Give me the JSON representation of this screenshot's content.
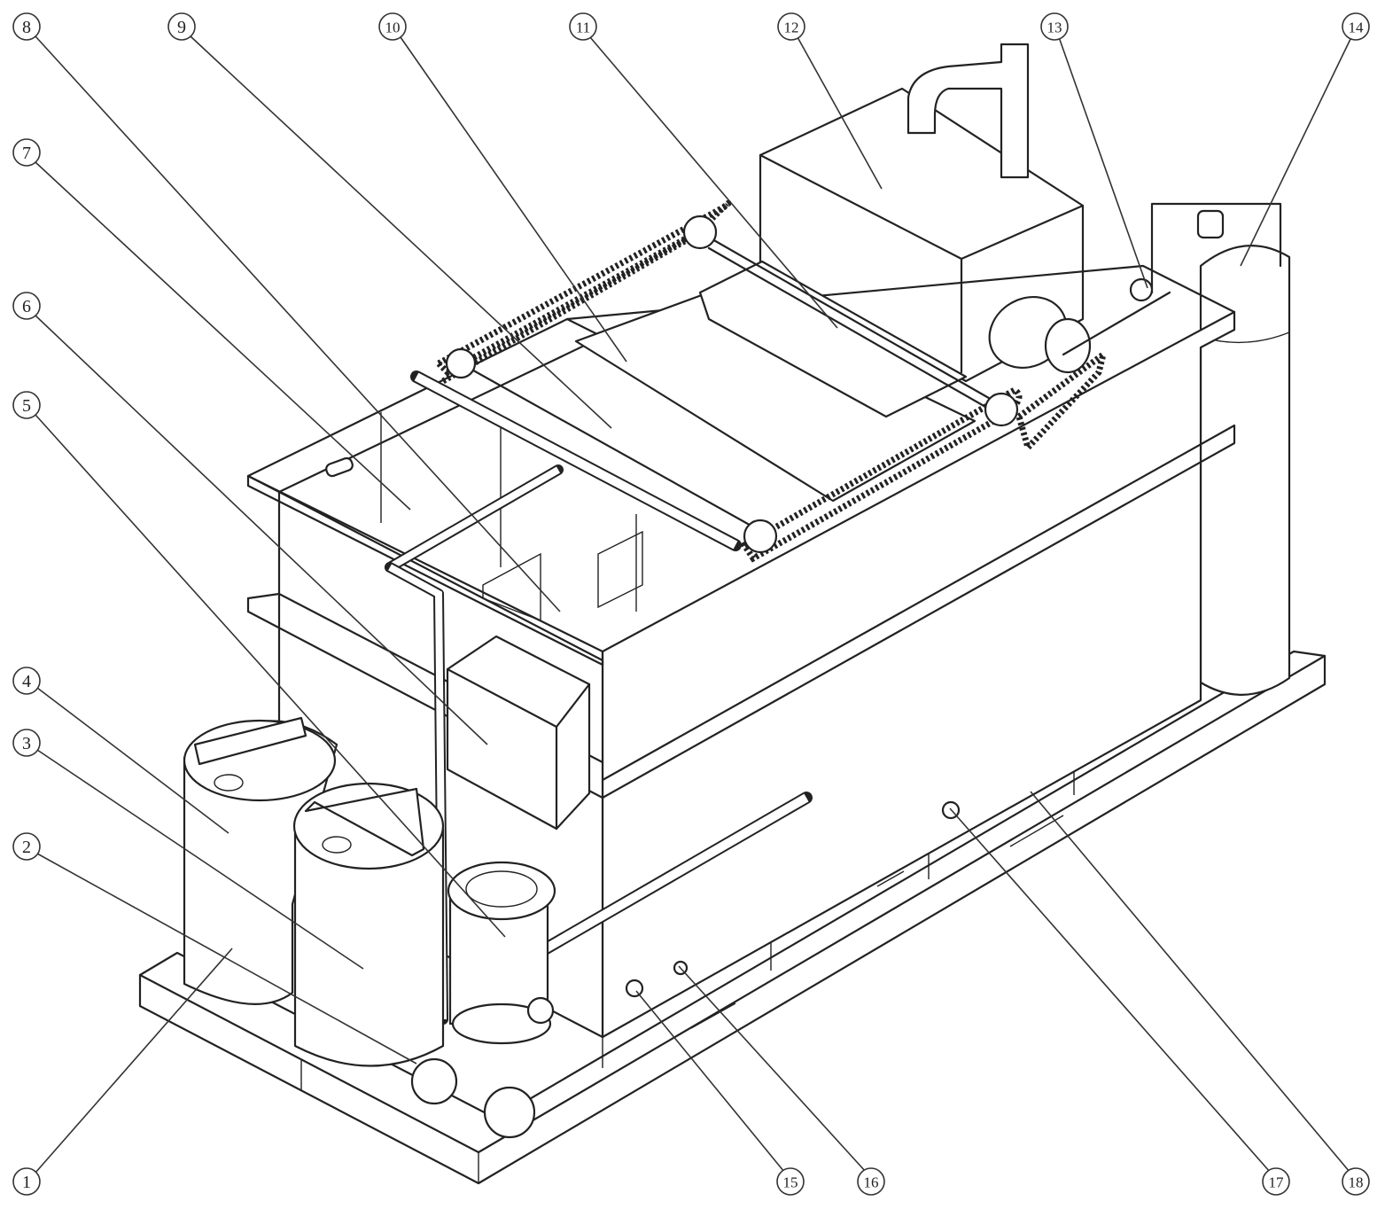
{
  "figure": {
    "type": "isometric equipment line drawing"
  },
  "callouts": [
    "1",
    "2",
    "3",
    "4",
    "5",
    "6",
    "7",
    "8",
    "9",
    "10",
    "11",
    "12",
    "13",
    "14",
    "15",
    "16",
    "17",
    "18"
  ]
}
